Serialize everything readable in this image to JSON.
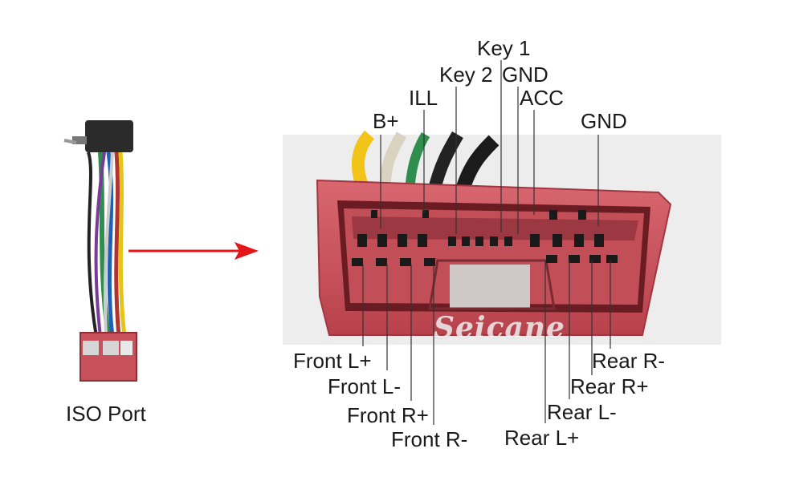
{
  "left_caption": "ISO Port",
  "watermark": "Seicane",
  "top_labels": {
    "key1": "Key 1",
    "key2": "Key 2",
    "gnd_mid": "GND",
    "ill": "ILL",
    "acc": "ACC",
    "b_plus": "B+",
    "gnd_right": "GND"
  },
  "bottom_labels": {
    "front_l_plus": "Front L+",
    "front_l_minus": "Front L-",
    "front_r_plus": "Front R+",
    "front_r_minus": "Front R-",
    "rear_r_minus": "Rear R-",
    "rear_r_plus": "Rear R+",
    "rear_l_minus": "Rear L-",
    "rear_l_plus": "Rear L+"
  },
  "colors": {
    "connector_red": "#c8505a",
    "connector_dark": "#6b1c22",
    "arrow": "#e3161b",
    "leader": "#333333",
    "photo_bg": "#ececec"
  }
}
